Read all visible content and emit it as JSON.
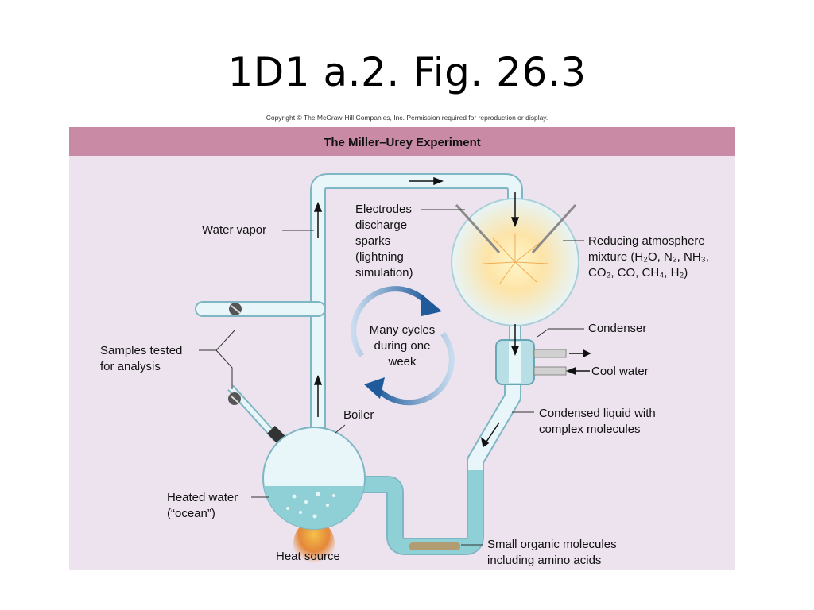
{
  "slide": {
    "title": "1D1 a.2. Fig. 26.3",
    "copyright": "Copyright © The McGraw-Hill Companies, Inc. Permission required for reproduction or display."
  },
  "figure": {
    "title": "The Miller–Urey Experiment",
    "labels": {
      "water_vapor": "Water vapor",
      "electrodes_1": "Electrodes",
      "electrodes_2": "discharge",
      "electrodes_3": "sparks",
      "electrodes_4": "(lightning",
      "electrodes_5": "simulation)",
      "reducing_1": "Reducing atmosphere",
      "reducing_2": "mixture (H₂O, N₂, NH₃,",
      "reducing_3": "CO₂, CO, CH₄, H₂)",
      "cycles_1": "Many cycles",
      "cycles_2": "during one",
      "cycles_3": "week",
      "samples_1": "Samples tested",
      "samples_2": "for analysis",
      "condenser": "Condenser",
      "cool_water": "Cool water",
      "boiler": "Boiler",
      "condensed_1": "Condensed liquid with",
      "condensed_2": "complex molecules",
      "heated_1": "Heated water",
      "heated_2": "(“ocean”)",
      "heat_source": "Heat source",
      "organic_1": "Small organic molecules",
      "organic_2": "including amino acids"
    }
  },
  "colors": {
    "banner": "#c98aa6",
    "background": "#ede3ef",
    "glass": "#dff0f4",
    "water": "#8fd0d6",
    "arrow_blue": "#1f5a9a"
  }
}
